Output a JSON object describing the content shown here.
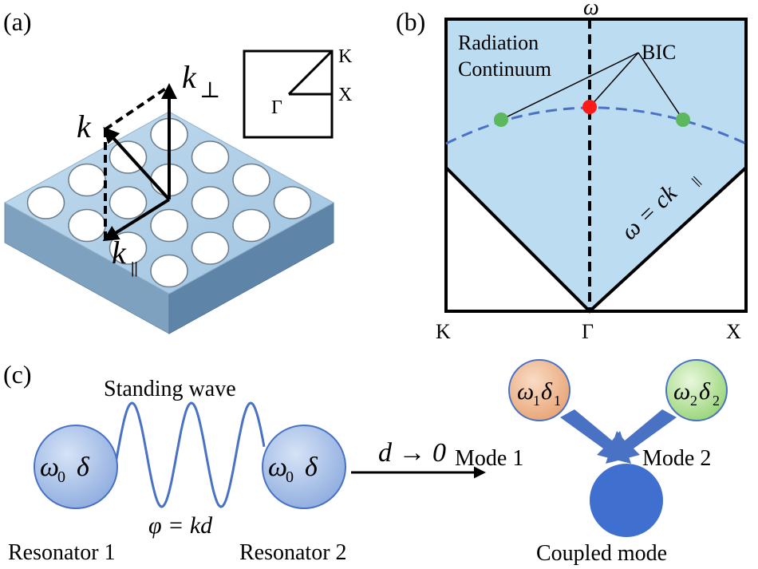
{
  "panel_a": {
    "label": "(a)",
    "k": "k",
    "k_perp": "k",
    "k_perp_sub": "⊥",
    "k_par": "k",
    "k_par_sub": "||",
    "bz_K": "K",
    "bz_X": "X",
    "bz_Gamma": "Γ"
  },
  "panel_b": {
    "label": "(b)",
    "omega_axis": "ω",
    "continuum_line1": "Radiation",
    "continuum_line2": "Continuum",
    "bic": "BIC",
    "light_line": "ω = ck",
    "light_line_sub": "||",
    "tick_K": "K",
    "tick_Gamma": "Γ",
    "tick_X": "X",
    "colors": {
      "continuum": "#bcdcf2",
      "bic_center": "#ff1a1a",
      "bic_side": "#5cb85c",
      "band": "#4a72c4"
    }
  },
  "panel_c": {
    "label": "(c)",
    "standing_wave": "Standing wave",
    "res_left_omega": "ω",
    "res_left_sub": "0",
    "res_left_delta": "δ",
    "res_right_omega": "ω",
    "res_right_sub": "0",
    "res_right_delta": "δ",
    "phase": "φ = kd",
    "resonator1": "Resonator 1",
    "resonator2": "Resonator 2",
    "limit": "d → 0",
    "mode1_omega": "ω",
    "mode1_sub1": "1",
    "mode1_delta": "δ",
    "mode1_sub2": "1",
    "mode2_omega": "ω",
    "mode2_sub1": "2",
    "mode2_delta": "δ",
    "mode2_sub2": "2",
    "mode1": "Mode 1",
    "mode2": "Mode 2",
    "coupled": "Coupled mode",
    "colors": {
      "resonator": "#a9c3ea",
      "mode1": "#f0b58a",
      "mode2": "#a8dc8c",
      "coupled": "#3f6fcf",
      "arrow": "#4a72c4"
    }
  }
}
